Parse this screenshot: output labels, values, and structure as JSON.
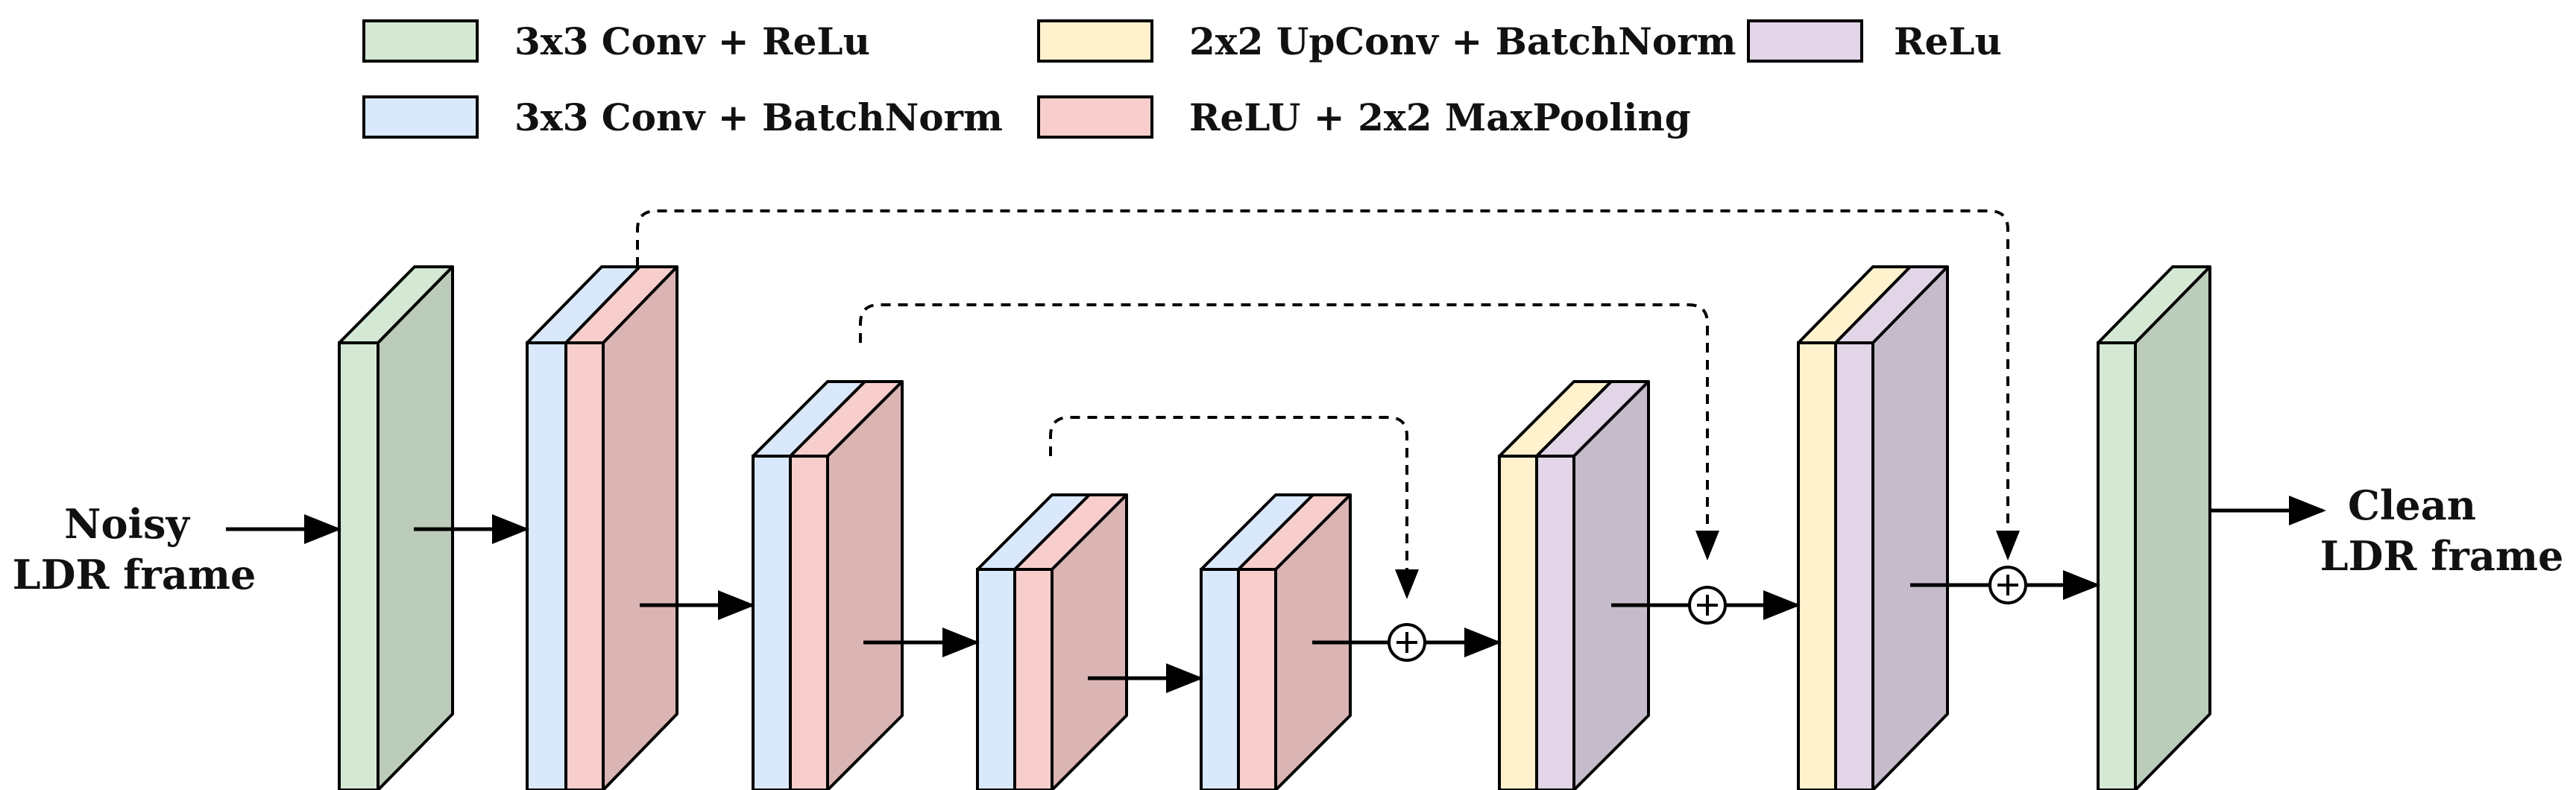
{
  "colors": {
    "conv_relu": "#d5e8d4",
    "conv_batchnorm": "#dae8fc",
    "upconv_batchnorm": "#fff2cc",
    "relu_maxpool": "#f8cecc",
    "relu": "#e1d5e7",
    "stroke": "#000000"
  },
  "legend": [
    {
      "key": "conv_relu",
      "label": "3x3 Conv + ReLu"
    },
    {
      "key": "conv_batchnorm",
      "label": "3x3 Conv + BatchNorm"
    },
    {
      "key": "upconv_batchnorm",
      "label": "2x2 UpConv + BatchNorm"
    },
    {
      "key": "relu_maxpool",
      "label": "ReLU + 2x2 MaxPooling"
    },
    {
      "key": "relu",
      "label": "ReLu"
    }
  ],
  "input_label": {
    "line1": "Noisy",
    "line2": "LDR frame"
  },
  "output_label": {
    "line1": "Clean",
    "line2": "LDR frame"
  },
  "blocks": [
    {
      "id": "input-conv",
      "layers": [
        "conv_relu"
      ]
    },
    {
      "id": "encoder-1",
      "layers": [
        "conv_batchnorm",
        "relu_maxpool",
        "relu_maxpool"
      ]
    },
    {
      "id": "encoder-2",
      "layers": [
        "conv_batchnorm",
        "relu_maxpool",
        "relu_maxpool"
      ]
    },
    {
      "id": "encoder-3",
      "layers": [
        "conv_batchnorm",
        "relu_maxpool",
        "relu_maxpool"
      ]
    },
    {
      "id": "bottleneck",
      "layers": [
        "conv_batchnorm",
        "relu_maxpool",
        "relu_maxpool"
      ]
    },
    {
      "id": "decoder-1",
      "layers": [
        "upconv_batchnorm",
        "relu",
        "relu"
      ]
    },
    {
      "id": "decoder-2",
      "layers": [
        "upconv_batchnorm",
        "relu",
        "relu"
      ]
    },
    {
      "id": "output-conv",
      "layers": [
        "conv_relu"
      ]
    }
  ],
  "skip_connections": [
    {
      "from": "encoder-3",
      "to": "decoder-1"
    },
    {
      "from": "encoder-2",
      "to": "decoder-2"
    },
    {
      "from": "encoder-1",
      "to": "output-conv"
    }
  ]
}
